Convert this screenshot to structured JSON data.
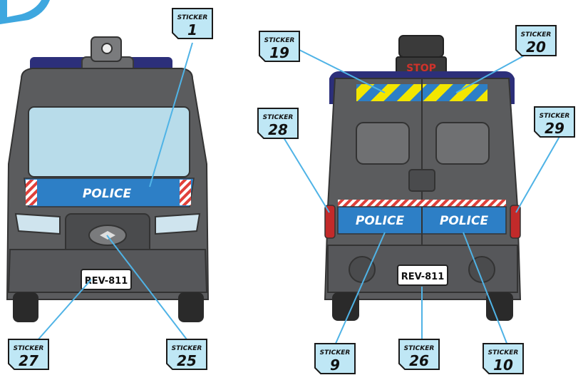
{
  "front_van": {
    "body_text": "POLICE",
    "plate": "REV-811"
  },
  "rear_van": {
    "stop_sign": "STOP",
    "left_door_text": "POLICE",
    "right_door_text": "POLICE",
    "plate": "REV-811"
  },
  "stickers": [
    {
      "id": "s1",
      "word": "STICKER",
      "number": "1"
    },
    {
      "id": "s27",
      "word": "STICKER",
      "number": "27"
    },
    {
      "id": "s25",
      "word": "STICKER",
      "number": "25"
    },
    {
      "id": "s19",
      "word": "STICKER",
      "number": "19"
    },
    {
      "id": "s20",
      "word": "STICKER",
      "number": "20"
    },
    {
      "id": "s28",
      "word": "STICKER",
      "number": "28"
    },
    {
      "id": "s29",
      "word": "STICKER",
      "number": "29"
    },
    {
      "id": "s9",
      "word": "STICKER",
      "number": "9"
    },
    {
      "id": "s26",
      "word": "STICKER",
      "number": "26"
    },
    {
      "id": "s10",
      "word": "STICKER",
      "number": "10"
    }
  ],
  "colors": {
    "van_body": "#5b5c5e",
    "roof": "#2c2f7a",
    "police_blue": "#2d7fc6",
    "sticker_fill": "#bfe7f5",
    "leader_line": "#4fb3e6",
    "stripe_yellow": "#f3e600"
  }
}
